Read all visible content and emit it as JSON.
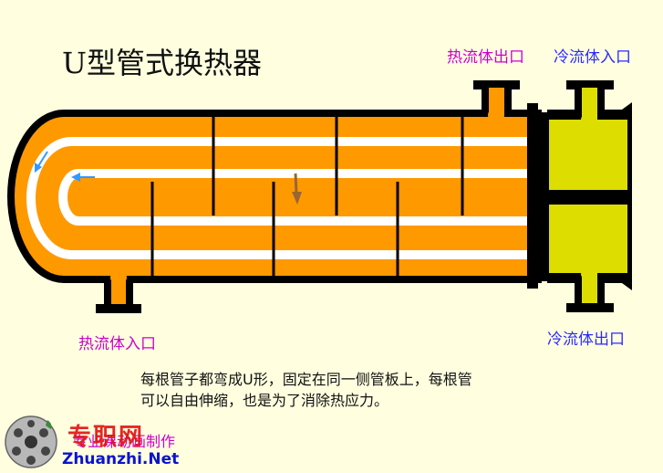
{
  "title": "U型管式换热器",
  "labels": {
    "hot_outlet": "热流体出口",
    "cold_inlet": "冷流体入口",
    "hot_inlet": "热流体入口",
    "cold_outlet": "冷流体出口"
  },
  "description": {
    "line1": "每根管子都弯成U形，固定在同一侧管板上，每根管",
    "line2": "可以自由伸缩，也是为了消除热应力。"
  },
  "credit": "专业课动画制作",
  "watermark": {
    "logo": "专职网",
    "domain": "Zhuanzhi.Net"
  },
  "colors": {
    "background": "#ffffe0",
    "shell_fluid": "#ff9900",
    "tube": "#ffffff",
    "head": "#dddd00",
    "outline": "#000000",
    "hot_label": "#cc00cc",
    "cold_label": "#2a2aff",
    "flow_arrow": "#3399ff",
    "shell_arrow": "#996633"
  }
}
